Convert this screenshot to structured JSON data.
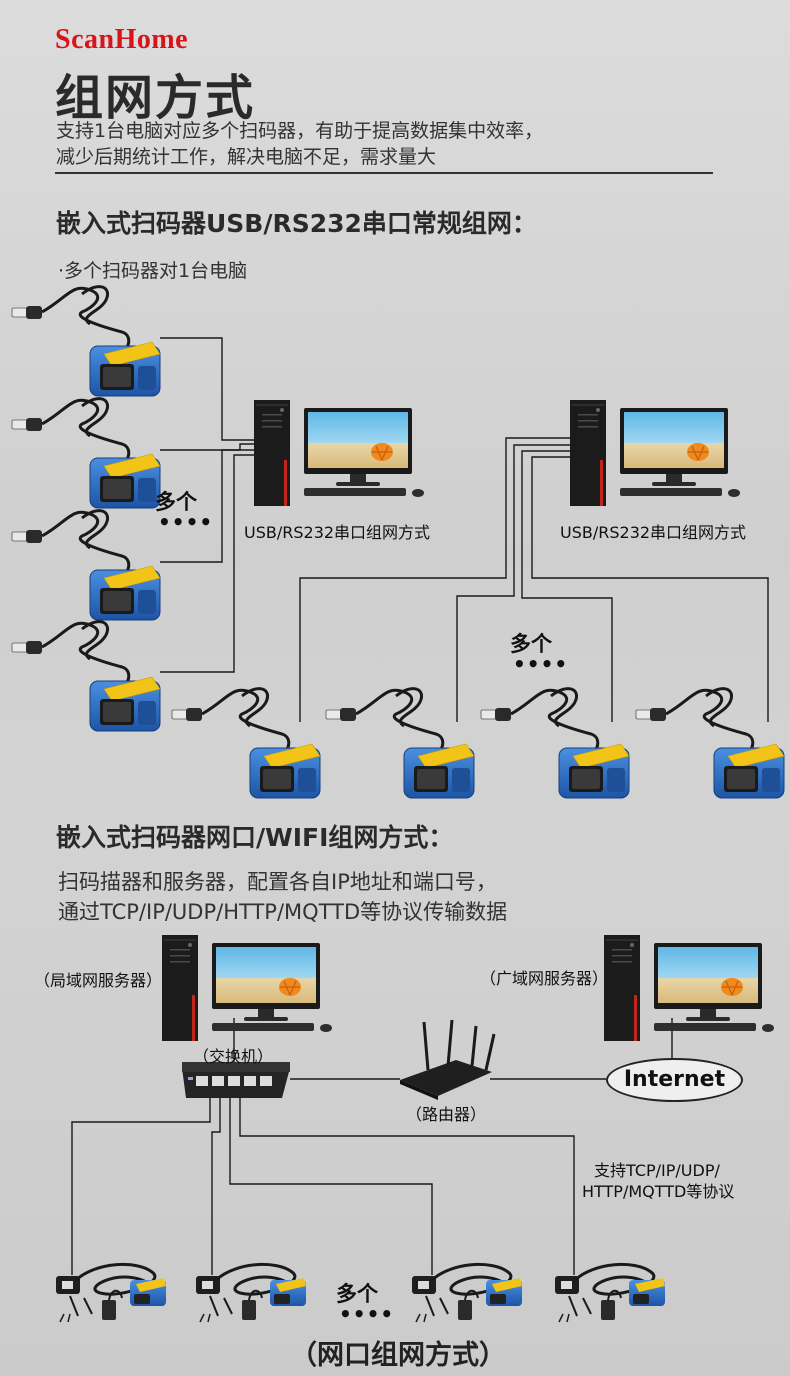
{
  "brand": "ScanHome",
  "title": "组网方式",
  "intro": [
    "支持1台电脑对应多个扫码器，有助于提高数据集中效率，",
    "减少后期统计工作，解决电脑不足，需求量大"
  ],
  "section1": {
    "heading": "嵌入式扫码器USB/RS232串口常规组网：",
    "subtitle": "·多个扫码器对1台电脑",
    "left_caption": "USB/RS232串口组网方式",
    "right_caption": "USB/RS232串口组网方式",
    "many_label_left": "多个",
    "many_dots_left": "••••",
    "many_label_right": "多个",
    "many_dots_right": "••••"
  },
  "section2": {
    "heading": "嵌入式扫码器网口/WIFI组网方式：",
    "desc": [
      "扫码描器和服务器，配置各自IP地址和端口号，",
      "通过TCP/IP/UDP/HTTP/MQTTD等协议传输数据"
    ],
    "lan_server": "（局域网服务器）",
    "wan_server": "（广域网服务器）",
    "switch_label": "（交换机）",
    "router_label": "（路由器）",
    "internet_label": "Internet",
    "protocol_note": [
      "支持TCP/IP/UDP/",
      "HTTP/MQTTD等协议"
    ],
    "many_label": "多个",
    "many_dots": "••••",
    "bottom_caption": "（网口组网方式）"
  },
  "colors": {
    "brand": "#d8141b",
    "scanner_body": "#2f6fc4",
    "scanner_label": "#f2c418",
    "pc_tower": "#1b1b1b",
    "pc_accent": "#c0261c",
    "wire": "#1a1a1a"
  },
  "icons": [
    "usb-scanner-icon",
    "desktop-pc-icon",
    "switch-icon",
    "router-icon",
    "ethernet-scanner-icon"
  ]
}
